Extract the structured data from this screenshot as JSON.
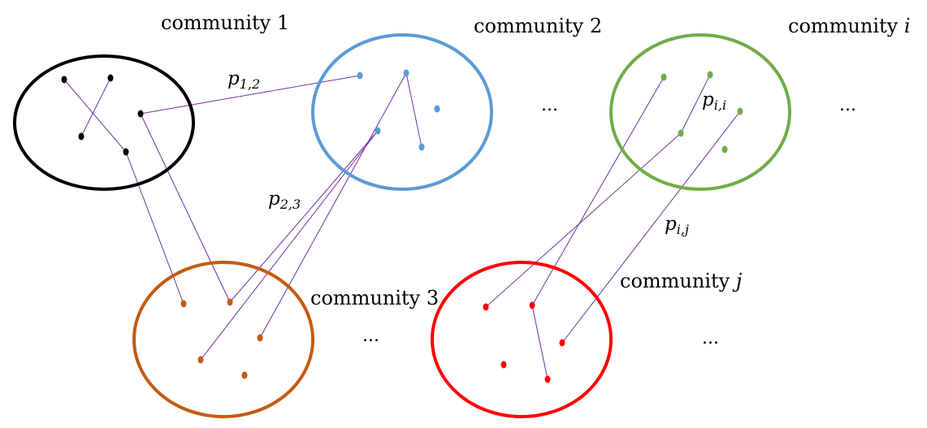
{
  "communities": [
    {
      "id": "c1",
      "label": "community 1",
      "label_italic": "",
      "color": "#000000"
    },
    {
      "id": "c2",
      "label": "community 2",
      "label_italic": "",
      "color": "#5B9BD5"
    },
    {
      "id": "ci",
      "label": "community ",
      "label_italic": "i",
      "color": "#70AD47"
    },
    {
      "id": "c3",
      "label": "community 3",
      "label_italic": "",
      "color": "#C55A11"
    },
    {
      "id": "cj",
      "label": "community ",
      "label_italic": "j",
      "color": "#FF0000"
    }
  ],
  "edge_color": "#7030A0",
  "probabilities": [
    {
      "id": "p12",
      "base": "p",
      "sub": "1,2"
    },
    {
      "id": "p23",
      "base": "p",
      "sub": "2,3"
    },
    {
      "id": "pii",
      "base": "p",
      "sub": "i,i"
    },
    {
      "id": "pij",
      "base": "p",
      "sub": "i,j"
    }
  ],
  "ellipsis": "..."
}
